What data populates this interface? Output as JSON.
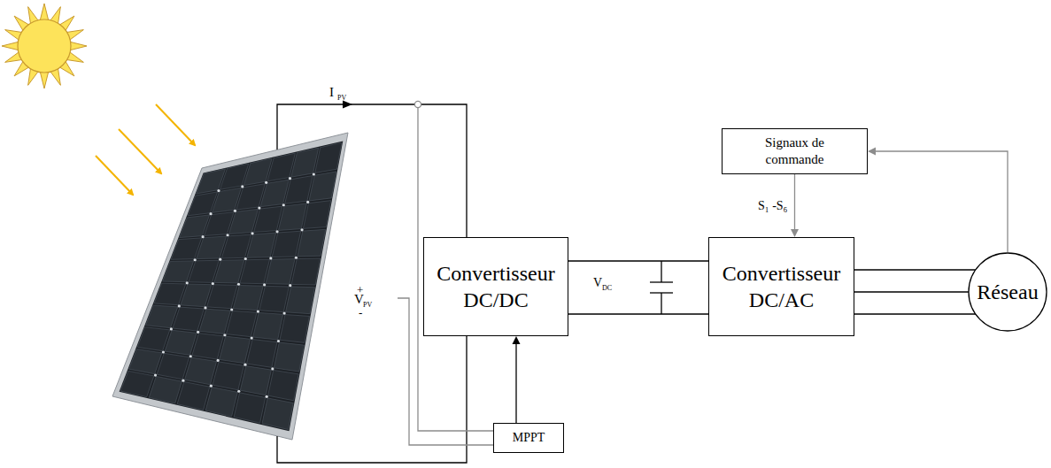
{
  "diagram": {
    "nodes": [
      {
        "text": [
          "Signaux de commande"
        ]
      },
      {
        "text": [
          "Convertisseur DC/DC"
        ]
      },
      {
        "text": [
          "Convertisseur DC/AC"
        ]
      },
      {
        "text": [
          "Réseau"
        ]
      },
      {
        "text": [
          "MPPT"
        ]
      }
    ],
    "edges": [
      {
        "from": 0,
        "to": 2,
        "arrow": "to",
        "label": "S₁ -S₆"
      },
      {
        "from": 3,
        "to": 0,
        "arrow": "to"
      },
      {
        "from": 4,
        "to": 1,
        "arrow": "to"
      },
      {
        "from": 1,
        "to": 2,
        "arrow": "none"
      },
      {
        "from": 2,
        "to": 3,
        "arrow": "none"
      }
    ],
    "labels": [
      "I",
      "PV",
      "+",
      "V",
      "PV",
      "-",
      "V",
      "DC"
    ]
  }
}
